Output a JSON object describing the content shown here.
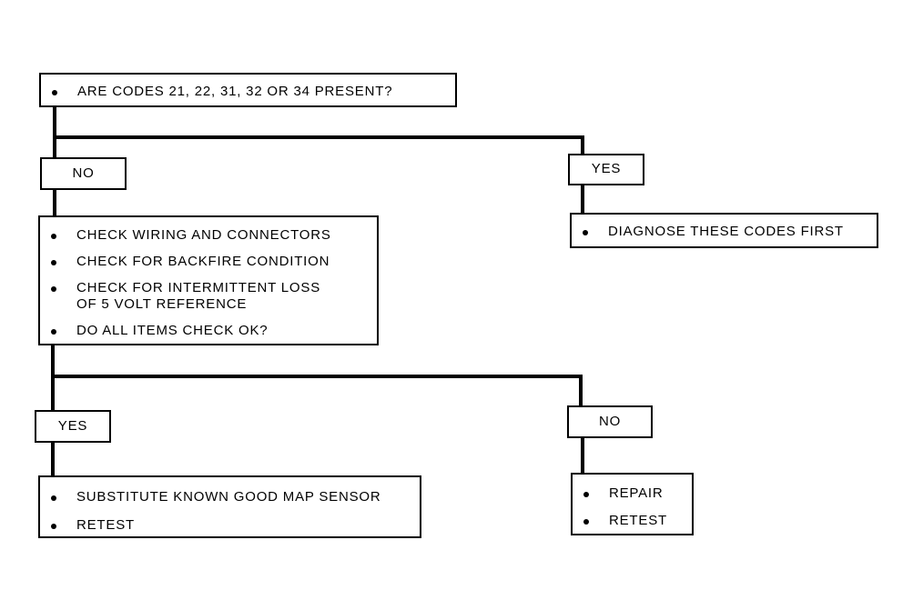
{
  "question_box": {
    "items": [
      "ARE CODES 21, 22, 31, 32  OR 34 PRESENT?"
    ]
  },
  "branch_1": {
    "no_label": "NO",
    "yes_label": "YES"
  },
  "diagnose_box": {
    "items": [
      "DIAGNOSE THESE CODES FIRST"
    ]
  },
  "checks_box": {
    "items": [
      "CHECK WIRING AND CONNECTORS",
      "CHECK FOR BACKFIRE CONDITION",
      "CHECK FOR INTERMITTENT LOSS\nOF 5 VOLT REFERENCE",
      "DO ALL ITEMS CHECK OK?"
    ]
  },
  "branch_2": {
    "yes_label": "YES",
    "no_label": "NO"
  },
  "substitute_box": {
    "items": [
      "SUBSTITUTE KNOWN GOOD MAP SENSOR",
      "RETEST"
    ]
  },
  "repair_box": {
    "items": [
      "REPAIR",
      "RETEST"
    ]
  }
}
